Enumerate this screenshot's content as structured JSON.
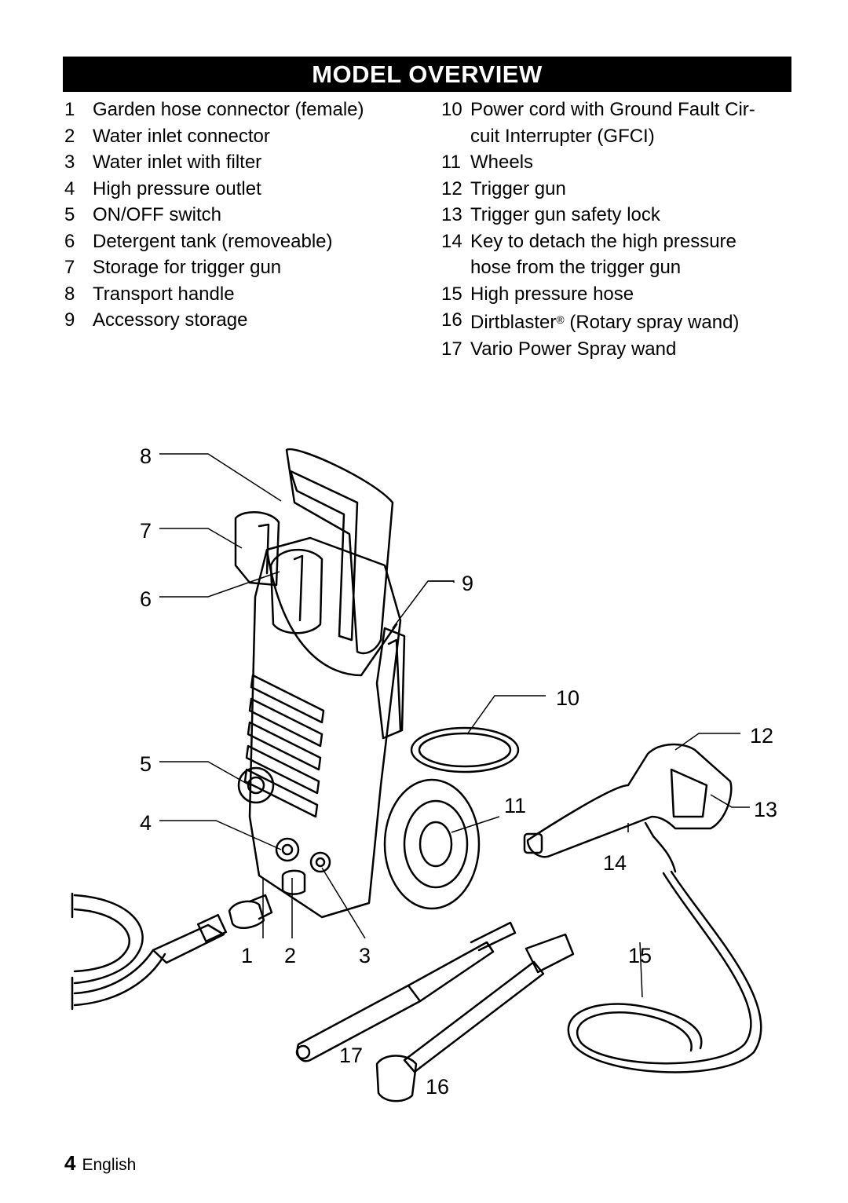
{
  "title": "MODEL OVERVIEW",
  "left_items": [
    {
      "num": "1",
      "label": "Garden hose connector (female)"
    },
    {
      "num": "2",
      "label": "Water inlet connector"
    },
    {
      "num": "3",
      "label": "Water inlet with filter"
    },
    {
      "num": "4",
      "label": "High pressure outlet"
    },
    {
      "num": "5",
      "label": "ON/OFF switch"
    },
    {
      "num": "6",
      "label": "Detergent tank (removeable)"
    },
    {
      "num": "7",
      "label": "Storage for trigger gun"
    },
    {
      "num": "8",
      "label": "Transport handle"
    },
    {
      "num": "9",
      "label": "Accessory storage"
    }
  ],
  "right_items": [
    {
      "num": "10",
      "line1": "Power cord with Ground Fault Cir-",
      "line2": "cuit Interrupter (GFCI)"
    },
    {
      "num": "11",
      "line1": "Wheels"
    },
    {
      "num": "12",
      "line1": "Trigger gun"
    },
    {
      "num": "13",
      "line1": "Trigger gun safety lock"
    },
    {
      "num": "14",
      "line1": "Key to detach the high pressure",
      "line2": "hose from the trigger gun"
    },
    {
      "num": "15",
      "line1": "High pressure hose"
    },
    {
      "num": "16",
      "line1": "Dirtblaster",
      "reg": "®",
      "line1b": " (Rotary spray wand)"
    },
    {
      "num": "17",
      "line1": "Vario Power Spray wand"
    }
  ],
  "callouts": [
    "1",
    "2",
    "3",
    "4",
    "5",
    "6",
    "7",
    "8",
    "9",
    "10",
    "11",
    "12",
    "13",
    "14",
    "15",
    "16",
    "17"
  ],
  "footer": {
    "page": "4",
    "language": "English"
  }
}
